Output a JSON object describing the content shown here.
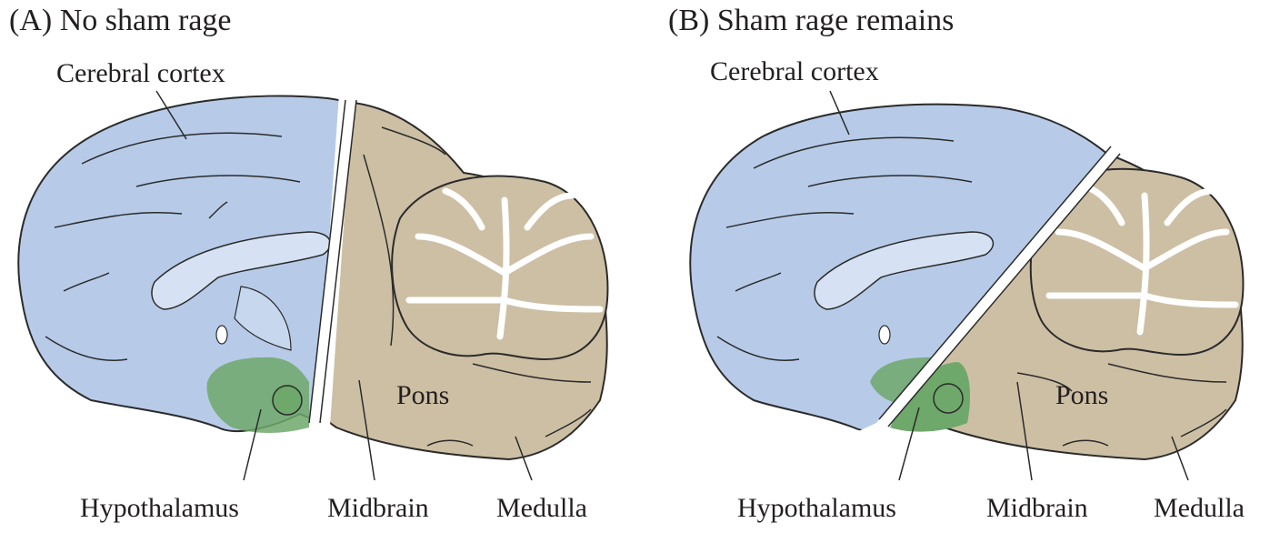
{
  "colors": {
    "cortex": "#b7cbe8",
    "cortex_light": "#d6e2f3",
    "brainstem": "#cdbfa4",
    "brainstem_dark": "#bfae90",
    "hypothalamus": "#6ea86a",
    "outline": "#2b2b2b",
    "cerebellum_white": "#ffffff"
  },
  "panels": [
    {
      "title": "(A) No sham rage",
      "labels": {
        "cortex": "Cerebral cortex",
        "hypothalamus": "Hypothalamus",
        "midbrain": "Midbrain",
        "pons": "Pons",
        "medulla": "Medulla"
      }
    },
    {
      "title": "(B) Sham rage remains",
      "labels": {
        "cortex": "Cerebral cortex",
        "hypothalamus": "Hypothalamus",
        "midbrain": "Midbrain",
        "pons": "Pons",
        "medulla": "Medulla"
      }
    }
  ]
}
